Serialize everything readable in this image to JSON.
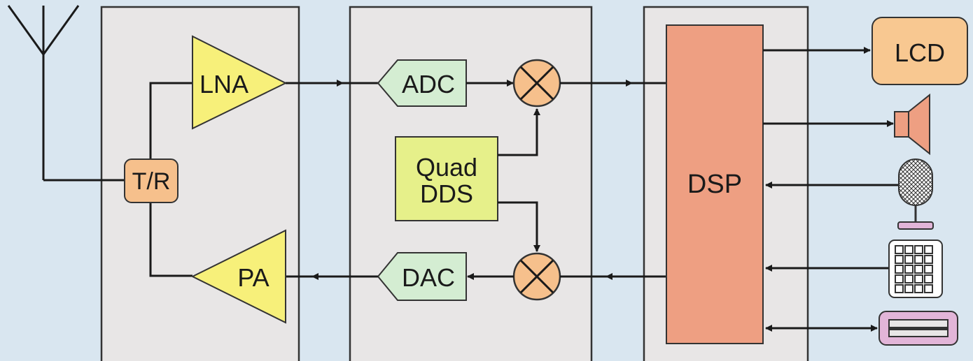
{
  "labels": {
    "lna": "LNA",
    "adc": "ADC",
    "tr": "T/R",
    "quad_line1": "Quad",
    "quad_line2": "DDS",
    "pa": "PA",
    "dac": "DAC",
    "dsp": "DSP",
    "lcd": "LCD"
  },
  "colors": {
    "background": "#d9e6f0",
    "panel": "#e8e6e6",
    "amplifier_yellow": "#f7f07a",
    "converter_green": "#d4edd2",
    "dds_green": "#e6f08a",
    "orange": "#f6c08c",
    "dsp": "#ee9f82",
    "lcd": "#f8c891",
    "speaker": "#ee9f82",
    "mic_stand": "#e2b5d8",
    "usb": "#e2b5d8"
  },
  "icons": [
    "antenna-icon",
    "mixer-icon",
    "speaker-icon",
    "microphone-icon",
    "keypad-icon",
    "usb-port-icon"
  ]
}
